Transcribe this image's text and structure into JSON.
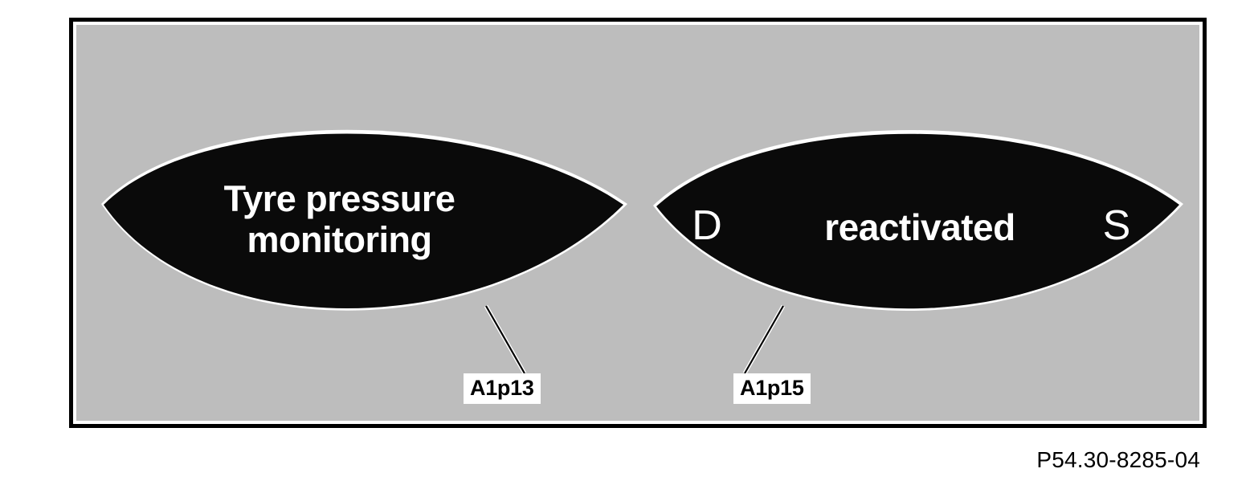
{
  "figure": {
    "reference_number": "P54.30-8285-04",
    "background_color": "#bdbdbd",
    "frame_color": "#000000",
    "page_color": "#ffffff"
  },
  "displays": [
    {
      "id": "left",
      "name": "tyre-pressure-monitoring-display",
      "screen_color": "#000000",
      "text_color": "#ffffff",
      "lines": [
        "Tyre pressure",
        "monitoring"
      ],
      "callout": {
        "label": "A1p13",
        "label_color": "#000000",
        "label_background": "#ffffff"
      }
    },
    {
      "id": "right",
      "name": "reactivated-status-display",
      "screen_color": "#000000",
      "text_color": "#ffffff",
      "gear_indicator": "D",
      "status_text": "reactivated",
      "side_indicator": "S",
      "callout": {
        "label": "A1p15",
        "label_color": "#000000",
        "label_background": "#ffffff"
      }
    }
  ]
}
